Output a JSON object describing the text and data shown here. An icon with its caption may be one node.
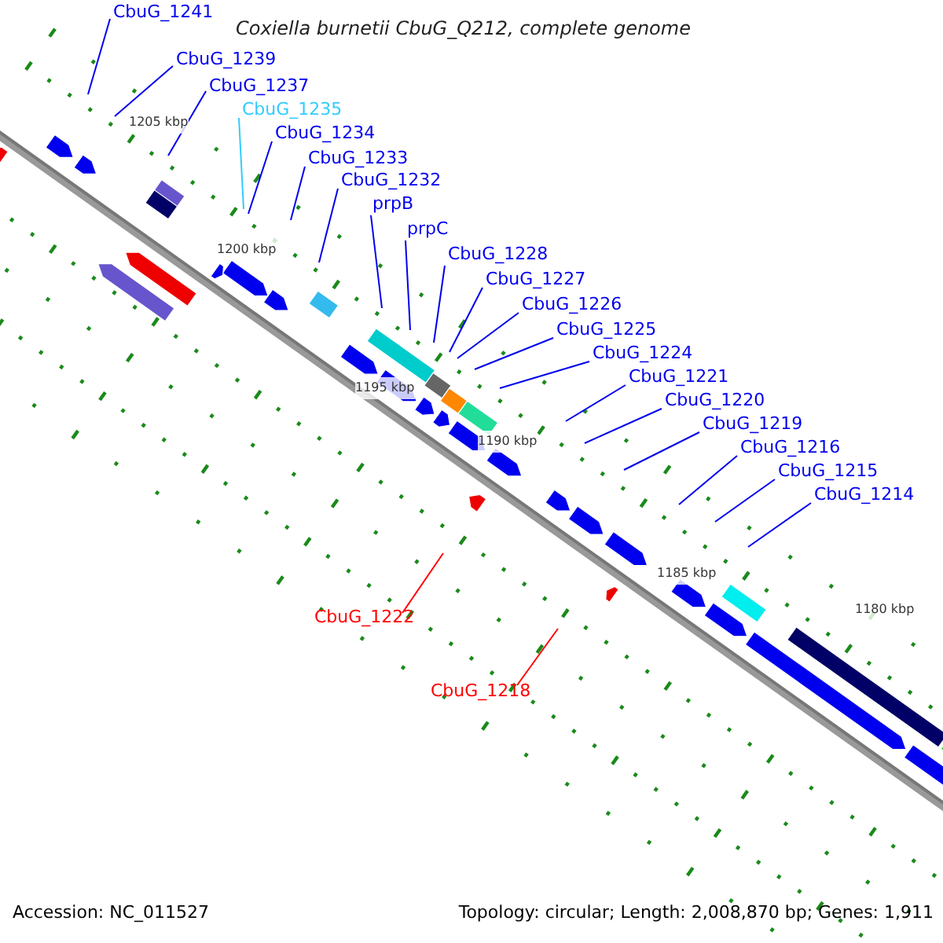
{
  "diagram": {
    "title": "Coxiella burnetii CbuG_Q212, complete genome",
    "nodes": [
      {
        "text": [
          "CbuG_1241"
        ]
      },
      {
        "text": [
          "CbuG_1239"
        ]
      },
      {
        "text": [
          "CbuG_1237"
        ]
      },
      {
        "text": [
          "CbuG_1235"
        ]
      },
      {
        "text": [
          "CbuG_1234"
        ]
      },
      {
        "text": [
          "CbuG_1233"
        ]
      },
      {
        "text": [
          "CbuG_1232"
        ]
      },
      {
        "text": [
          "prpB"
        ]
      },
      {
        "text": [
          "prpC"
        ]
      },
      {
        "text": [
          "CbuG_1228"
        ]
      },
      {
        "text": [
          "CbuG_1227"
        ]
      },
      {
        "text": [
          "CbuG_1226"
        ]
      },
      {
        "text": [
          "CbuG_1225"
        ]
      },
      {
        "text": [
          "CbuG_1224"
        ]
      },
      {
        "text": [
          "CbuG_1221"
        ]
      },
      {
        "text": [
          "CbuG_1220"
        ]
      },
      {
        "text": [
          "CbuG_1219"
        ]
      },
      {
        "text": [
          "CbuG_1216"
        ]
      },
      {
        "text": [
          "CbuG_1215"
        ]
      },
      {
        "text": [
          "CbuG_1214"
        ]
      },
      {
        "text": [
          "CbuG_1222"
        ]
      },
      {
        "text": [
          "CbuG_1218"
        ]
      }
    ],
    "edges": [
      {
        "from": 0,
        "to": null,
        "arrow": "none"
      },
      {
        "from": 1,
        "to": null,
        "arrow": "none"
      },
      {
        "from": 2,
        "to": null,
        "arrow": "none"
      },
      {
        "from": 3,
        "to": null,
        "arrow": "none",
        "color": "#33ccff"
      },
      {
        "from": 4,
        "to": null,
        "arrow": "none"
      },
      {
        "from": 5,
        "to": null,
        "arrow": "none"
      },
      {
        "from": 6,
        "to": null,
        "arrow": "none"
      },
      {
        "from": 7,
        "to": null,
        "arrow": "none"
      },
      {
        "from": 8,
        "to": null,
        "arrow": "none"
      },
      {
        "from": 9,
        "to": null,
        "arrow": "none"
      },
      {
        "from": 10,
        "to": null,
        "arrow": "none"
      },
      {
        "from": 11,
        "to": null,
        "arrow": "none"
      },
      {
        "from": 12,
        "to": null,
        "arrow": "none"
      },
      {
        "from": 13,
        "to": null,
        "arrow": "none"
      },
      {
        "from": 14,
        "to": null,
        "arrow": "none"
      },
      {
        "from": 15,
        "to": null,
        "arrow": "none"
      },
      {
        "from": 16,
        "to": null,
        "arrow": "none"
      },
      {
        "from": 17,
        "to": null,
        "arrow": "none"
      },
      {
        "from": 18,
        "to": null,
        "arrow": "none"
      },
      {
        "from": 19,
        "to": null,
        "arrow": "none"
      },
      {
        "from": 20,
        "to": null,
        "arrow": "none",
        "color": "#ff0000"
      },
      {
        "from": 21,
        "to": null,
        "arrow": "none",
        "color": "#ff0000"
      }
    ],
    "labels": [
      "1205 kbp",
      "1200 kbp",
      "1195 kbp",
      "1190 kbp",
      "1185 kbp",
      "1180 kbp",
      "Accession: NC_011527",
      "Topology: circular; Length: 2,008,870 bp; Genes: 1,911"
    ]
  }
}
